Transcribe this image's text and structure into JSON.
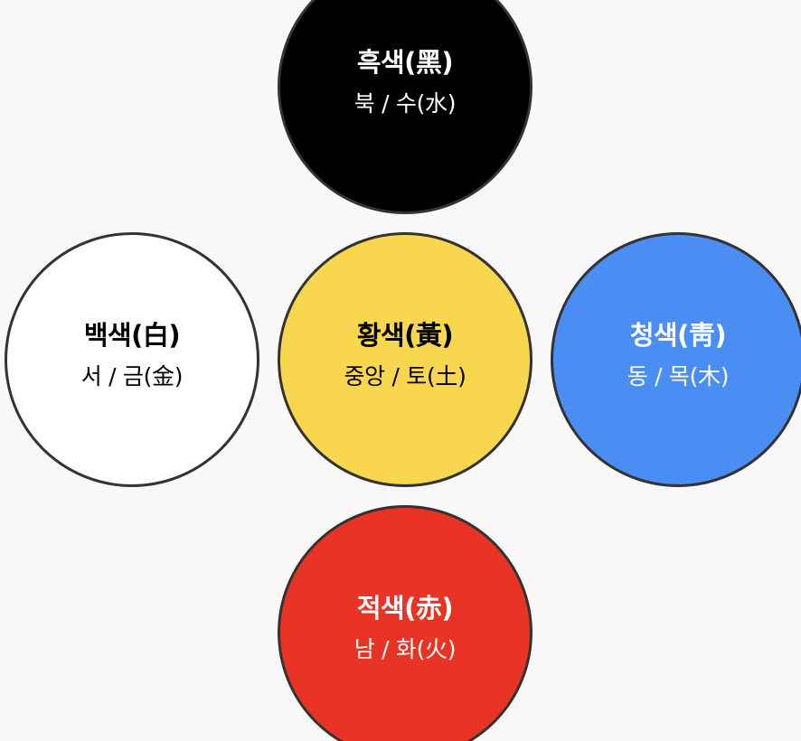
{
  "circles": {
    "north": {
      "name": "흑색(黑)",
      "desc": "북 / 수(水)",
      "fill": "#000000",
      "text_color": "#ffffff"
    },
    "west": {
      "name": "백색(白)",
      "desc": "서 / 금(金)",
      "fill": "#ffffff",
      "text_color": "#000000"
    },
    "center": {
      "name": "황색(黃)",
      "desc": "중앙 / 토(土)",
      "fill": "#f8d74f",
      "text_color": "#000000"
    },
    "east": {
      "name": "청색(靑)",
      "desc": "동 / 목(木)",
      "fill": "#4a8ef3",
      "text_color": "#ffffff"
    },
    "south": {
      "name": "적색(赤)",
      "desc": "남 / 화(火)",
      "fill": "#e93425",
      "text_color": "#ffffff"
    }
  },
  "colors": {
    "background": "#f8f8f8",
    "border": "#333333"
  }
}
